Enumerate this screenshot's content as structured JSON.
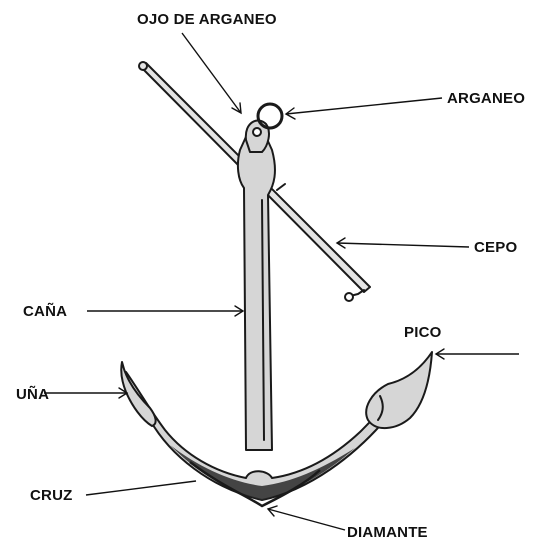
{
  "labels": {
    "ojo_de_arganeo": "OJO DE  ARGANEO",
    "arganeo": "ARGANEO",
    "cepo": "CEPO",
    "cana": "CAÑA",
    "pico": "PICO",
    "una": "UÑA",
    "cruz": "CRUZ",
    "diamante": "DIAMANTE"
  }
}
